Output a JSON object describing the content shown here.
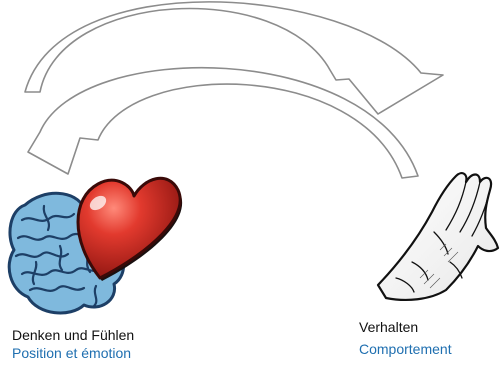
{
  "labels": {
    "top_partial": "",
    "left_de": "Denken und Fühlen",
    "left_fr": "Position et émotion",
    "right_de": "Verhalten",
    "right_fr": "Comportement",
    "corner_mark": ""
  },
  "icons": {
    "left": [
      "brain-icon",
      "heart-icon"
    ],
    "right": "hand-icon",
    "arrows": [
      "curved-arrow-top-to-right",
      "curved-arrow-right-to-left"
    ]
  },
  "colors": {
    "french_text": "#1f6fb0",
    "german_text": "#111111",
    "brain": "#7fb9dd",
    "brain_outline": "#1d3f66",
    "heart": "#d9342b",
    "arrow_fill": "#ffffff",
    "arrow_outline": "#8c8c8c",
    "background": "#ffffff"
  }
}
